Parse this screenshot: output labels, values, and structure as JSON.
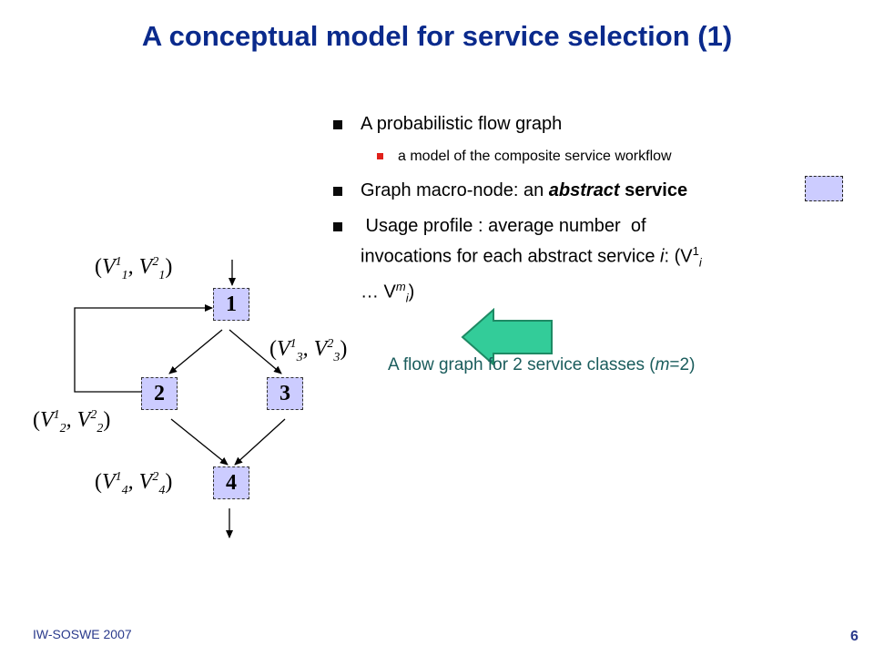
{
  "title": "A conceptual model for service selection (1)",
  "bullets": {
    "b1": "A probabilistic flow graph",
    "b1_sub": "a model of the composite service workflow",
    "b2_prefix": "Graph macro-node: an ",
    "b2_bold": "abstract",
    "b2_suffix": " service",
    "b3_line1": " Usage profile : average number  of",
    "b3_line2_prefix": "invocations for each abstract service ",
    "b3_i": "i",
    "b3_line2_suffix": ": (V",
    "b3_sup1": "1",
    "b3_sub_i": "i",
    "b3_line3_prefix": "… V",
    "b3_sup_m": "m",
    "b3_line3_suffix": ")"
  },
  "caption": {
    "prefix": "A flow graph for 2 service classes (",
    "m": "m",
    "suffix": "=2)"
  },
  "graph": {
    "nodes": [
      "1",
      "2",
      "3",
      "4"
    ],
    "labels": {
      "v": "V",
      "sup1": "1",
      "sup2": "2",
      "n1": "1",
      "n2": "2",
      "n3": "3",
      "n4": "4"
    }
  },
  "footer": {
    "left": "IW-SOSWE 2007",
    "page": "6"
  },
  "colors": {
    "title": "#0a2a8c",
    "node_fill": "#ccccff",
    "arrow_fill": "#33cc99",
    "caption": "#1a5c5c",
    "sub_bullet": "#e0201a"
  }
}
